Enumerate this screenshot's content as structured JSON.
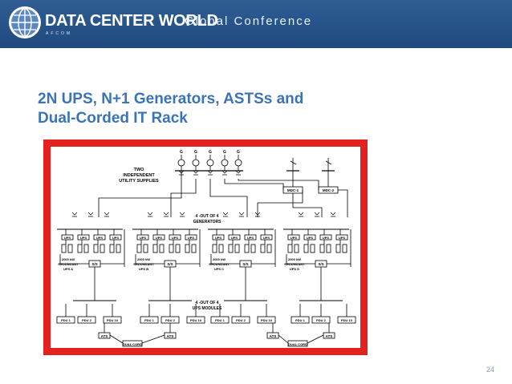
{
  "header": {
    "brand": "DATA CENTER WORLD",
    "brand_sub": "AFCOM",
    "conference": "Global Conference"
  },
  "slide": {
    "title_line1": "2N UPS, N+1 Generators, ASTSs and",
    "title_line2": "Dual-Corded IT Rack",
    "page_number": "24"
  },
  "diagram": {
    "two_utility": [
      "TWO",
      "INDEPENDENT",
      "UTILITY SUPPLIES"
    ],
    "generators": [
      "G",
      "G",
      "G",
      "G",
      "G"
    ],
    "mdc_labels": [
      "MDC-1",
      "MDC-2"
    ],
    "gen_required": [
      "4 -OUT OF 4",
      "GENERATORS"
    ],
    "ups_label": "UPS",
    "ss_label": "S/S",
    "ups_groups": [
      [
        "2000 kW",
        "REDUNDANT",
        "UPS A"
      ],
      [
        "2000 kW",
        "REDUNDANT",
        "UPS B"
      ],
      [
        "2000 kW",
        "REDUNDANT",
        "UPS C"
      ],
      [
        "2000 kW",
        "REDUNDANT",
        "UPS D"
      ]
    ],
    "ups_required": [
      "4 -OUT OF 4",
      "UPS MODULES"
    ],
    "pdu_left": [
      "PDU 1",
      "PDU 2",
      "PDU 10",
      "PDU 1",
      "PDU 2",
      "PDU 10"
    ],
    "pdu_right": [
      "PDU 1",
      "PDU 2",
      "PDU 10",
      "PDU 1",
      "PDU 2",
      "PDU 10"
    ],
    "ats_label": "ATS",
    "dual_cord": "DUAL CORD"
  }
}
